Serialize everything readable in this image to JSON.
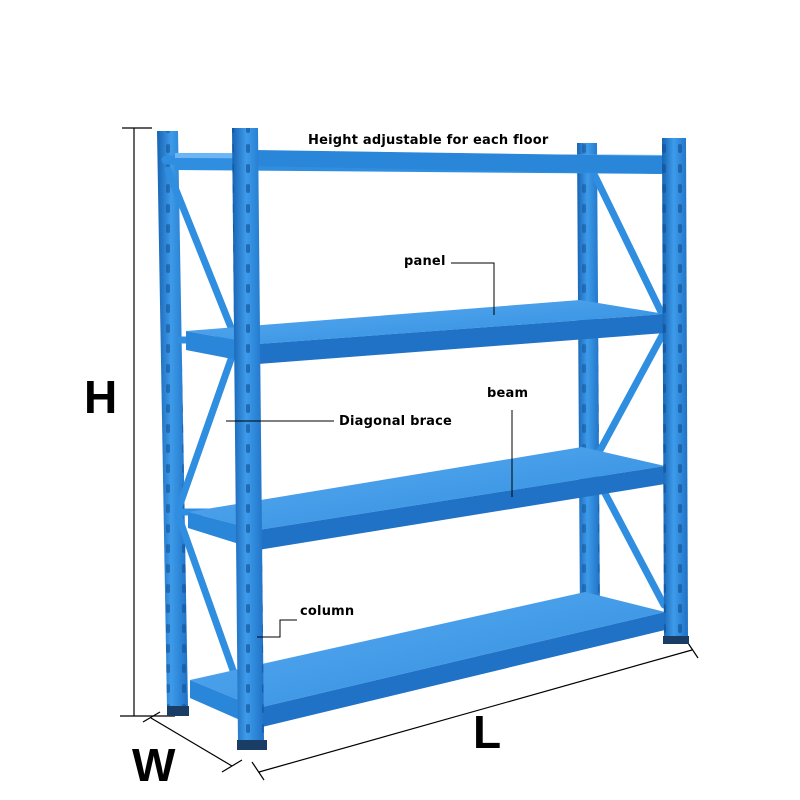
{
  "labels": {
    "height_adjustable": "Height adjustable for each floor",
    "panel": "panel",
    "beam": "beam",
    "diagonal_brace": "Diagonal brace",
    "column": "column"
  },
  "dimensions": {
    "height": "H",
    "width": "W",
    "length": "L"
  },
  "colors": {
    "rack_blue": "#2f8ee0",
    "rack_dark": "#1763b3",
    "rack_light": "#6cb6f5"
  }
}
